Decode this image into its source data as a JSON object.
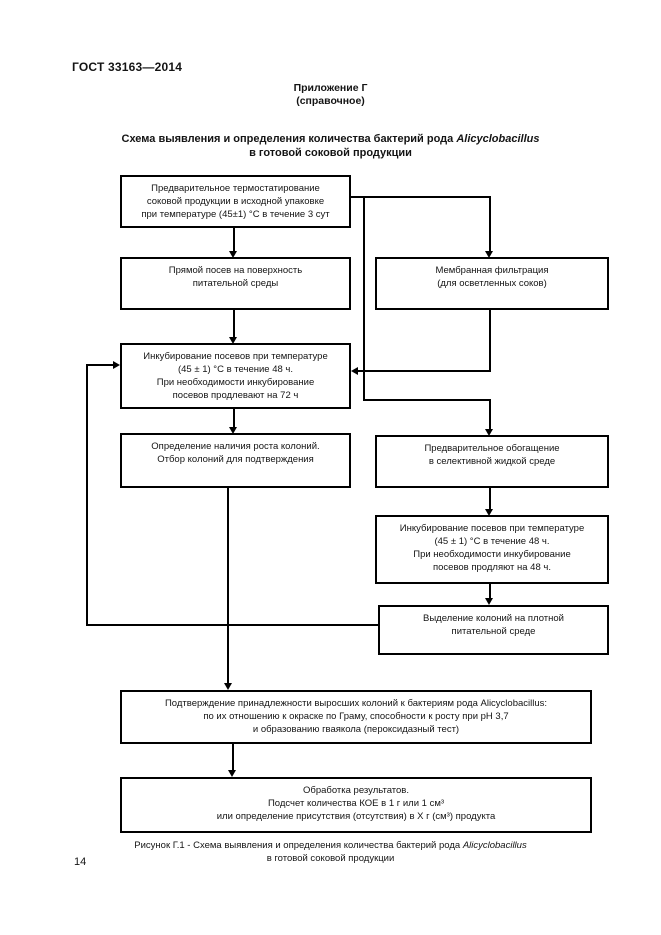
{
  "page": {
    "doc_number": "ГОСТ 33163—2014",
    "page_number": "14"
  },
  "appendix": {
    "label": "Приложение Г",
    "note": "(справочное)"
  },
  "title": {
    "line1_prefix": "Схема выявления и определения количества бактерий рода ",
    "organism": "Alicyclobacillus",
    "line2": "в готовой соковой продукции"
  },
  "flowchart": {
    "box_thermostat": "Предварительное термостатирование\nсоковой продукции в исходной упаковке\nпри температуре (45±1) °С в течение 3 сут",
    "box_direct_seeding": "Прямой посев на поверхность\nпитательной среды",
    "box_membrane_filtration": "Мембранная фильтрация\n(для осветленных соков)",
    "box_incubation_72": "Инкубирование посевов при температуре\n(45 ± 1) °С в течение 48 ч.\nПри необходимости инкубирование\nпосевов продлевают на 72 ч",
    "box_growth_detection": "Определение наличия роста колоний.\nОтбор колоний для подтверждения",
    "box_enrichment": "Предварительное обогащение\nв селективной жидкой среде",
    "box_incubation_48": "Инкубирование посевов при температуре\n(45 ± 1) °С в течение 48 ч.\nПри необходимости инкубирование\nпосевов продляют на 48 ч.",
    "box_isolation": "Выделение колоний на плотной\nпитательной среде",
    "box_confirmation": "Подтверждение принадлежности выросших колоний к бактериям рода Alicyclobacillus:\nпо их отношению к окраске по Граму, способности к росту при pH 3,7\nи образованию гваякола (пероксидазный тест)",
    "box_results": "Обработка результатов.\nПодсчет количества КОЕ в 1 г или 1 см³\nили определение присутствия (отсутствия) в Х г (см³) продукта"
  },
  "caption": {
    "line1_prefix": "Рисунок Г.1 - Схема выявления и определения количества бактерий рода ",
    "organism": "Alicyclobacillus",
    "line2": "в готовой соковой продукции"
  }
}
